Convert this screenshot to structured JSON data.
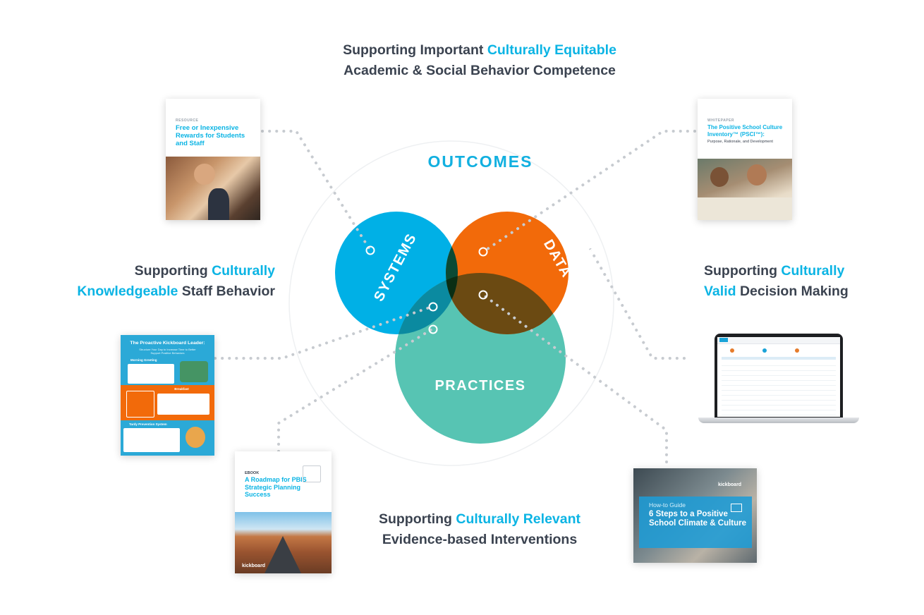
{
  "captions": {
    "top": {
      "pre": "Supporting Important ",
      "highlight": "Culturally Equitable",
      "line2": "Academic & Social Behavior Competence"
    },
    "left": {
      "pre": "Supporting ",
      "highlight": "Culturally",
      "line2_highlight": "Knowledgeable",
      "line2_post": " Staff Behavior"
    },
    "right": {
      "pre": "Supporting ",
      "highlight": "Culturally",
      "line2_highlight": "Valid",
      "line2_post": " Decision Making"
    },
    "bottom": {
      "pre": "Supporting ",
      "highlight": "Culturally Relevant",
      "line2": "Evidence-based Interventions"
    }
  },
  "venn": {
    "outcomes": "OUTCOMES",
    "systems": "SYSTEMS",
    "data": "DATA",
    "practices": "PRACTICES",
    "colors": {
      "systems": "#00b0e6",
      "data": "#f26a0a",
      "practices": "#57c4b3",
      "outcomes_text": "#12b0e0"
    }
  },
  "resources": {
    "rewards": {
      "kicker": "RESOURCE",
      "title": "Free or Inexpensive Rewards for Students and Staff"
    },
    "psci": {
      "kicker": "WHITEPAPER",
      "title": "The Positive School Culture Inventory™ (PSCI™):",
      "subtitle": "Purpose, Rationale, and Development"
    },
    "leader": {
      "title": "The Proactive Kickboard Leader:",
      "subtitle": "Structure Your Day to Increase Time to Better Support Positive Behaviors",
      "section1": "Morning Greeting",
      "section2": "Breakfast",
      "section3": "Tardy Prevention System"
    },
    "roadmap": {
      "kicker": "EBOOK",
      "title": "A Roadmap for PBIS Strategic Planning Success",
      "brand": "kickboard"
    },
    "steps": {
      "kicker": "How-to Guide",
      "title": "6 Steps to a Positive School Climate & Culture",
      "brand": "kickboard"
    }
  }
}
